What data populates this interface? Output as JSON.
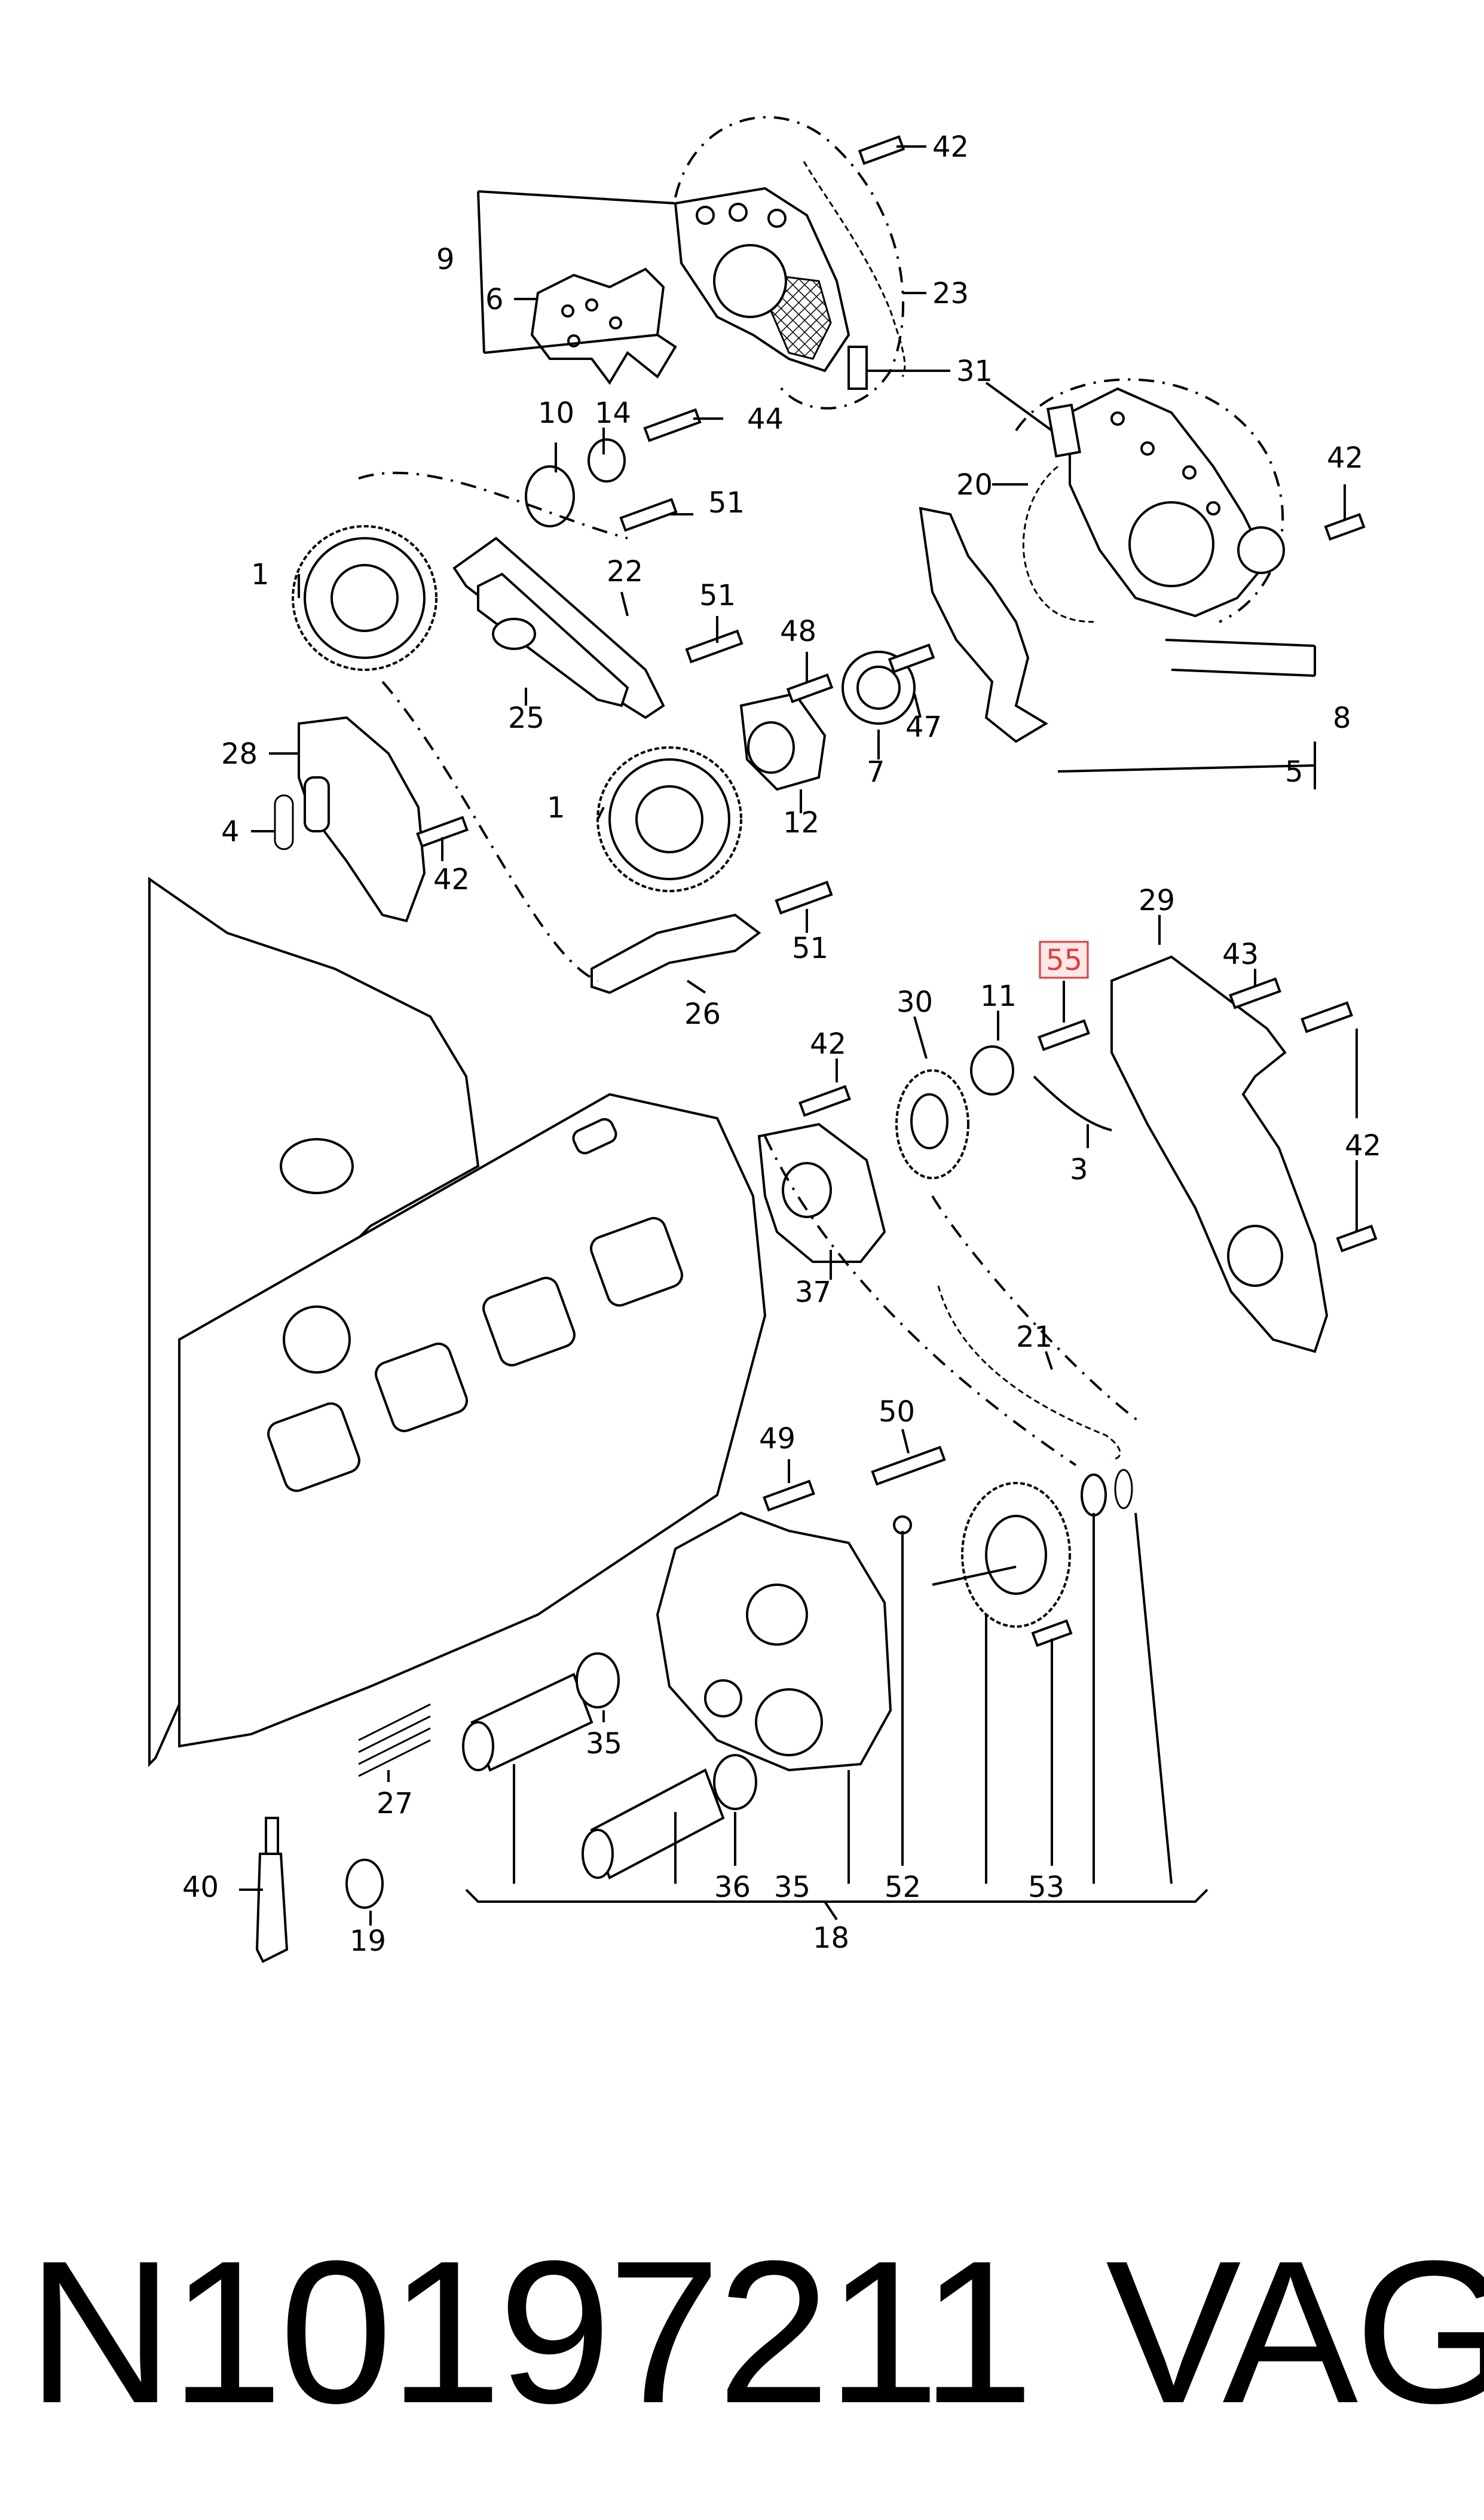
{
  "callouts": {
    "c42_top": "42",
    "c9": "9",
    "c6": "6",
    "c23": "23",
    "c31": "31",
    "c10": "10",
    "c14": "14",
    "c44": "44",
    "c51_a": "51",
    "c42_right": "42",
    "c20": "20",
    "c1_a": "1",
    "c22": "22",
    "c51_b": "51",
    "c48": "48",
    "c25": "25",
    "c47": "47",
    "c12": "12",
    "c7": "7",
    "c8": "8",
    "c28": "28",
    "c5": "5",
    "c1_b": "1",
    "c4": "4",
    "c42_b": "42",
    "c29": "29",
    "c51_c": "51",
    "c43": "43",
    "c55": "55",
    "c26": "26",
    "c30": "30",
    "c11": "11",
    "c42_c": "42",
    "c42_d": "42",
    "c3": "3",
    "c37": "37",
    "c21": "21",
    "c49": "49",
    "c50": "50",
    "c35_a": "35",
    "c27": "27",
    "c40": "40",
    "c36": "36",
    "c35_b": "35",
    "c52": "52",
    "c53": "53",
    "c19": "19",
    "c18": "18"
  },
  "highlight_color": "#e23c3c",
  "footer": {
    "part_number": "N10197211",
    "brand": "VAG"
  }
}
